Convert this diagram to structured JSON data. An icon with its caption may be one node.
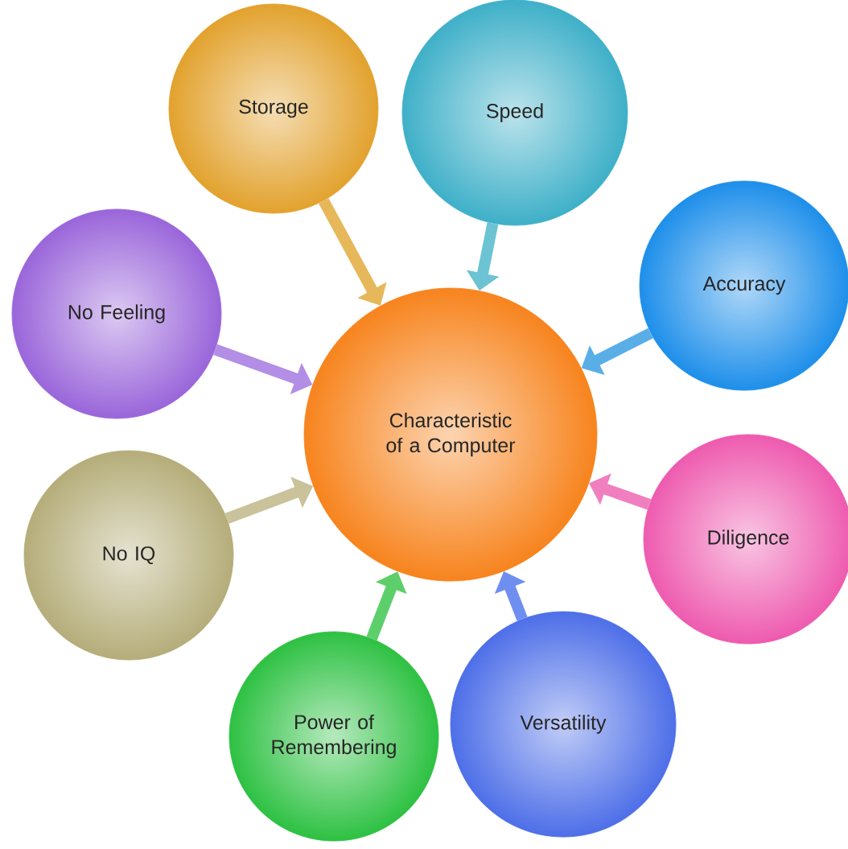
{
  "diagram": {
    "nodes": [
      {
        "text": [
          "Characteristic of a Computer"
        ]
      },
      {
        "text": [
          "Storage"
        ]
      },
      {
        "text": [
          "Speed"
        ]
      },
      {
        "text": [
          "Accuracy"
        ]
      },
      {
        "text": [
          "Diligence"
        ]
      },
      {
        "text": [
          "Versatility"
        ]
      },
      {
        "text": [
          "Power of Remembering"
        ]
      },
      {
        "text": [
          "No IQ"
        ]
      },
      {
        "text": [
          "No Feeling"
        ]
      }
    ],
    "edges": [
      {
        "from": 1,
        "to": 0,
        "arrow": "to",
        "color": "#e6b85a"
      },
      {
        "from": 2,
        "to": 0,
        "arrow": "to",
        "color": "#6cc3d3"
      },
      {
        "from": 3,
        "to": 0,
        "arrow": "to",
        "color": "#5aaee8"
      },
      {
        "from": 4,
        "to": 0,
        "arrow": "to",
        "color": "#f07fc0"
      },
      {
        "from": 5,
        "to": 0,
        "arrow": "to",
        "color": "#6f8ff0"
      },
      {
        "from": 6,
        "to": 0,
        "arrow": "to",
        "color": "#5ccf6a"
      },
      {
        "from": 7,
        "to": 0,
        "arrow": "to",
        "color": "#c9c29a"
      },
      {
        "from": 8,
        "to": 0,
        "arrow": "to",
        "color": "#b28ee6"
      }
    ]
  }
}
